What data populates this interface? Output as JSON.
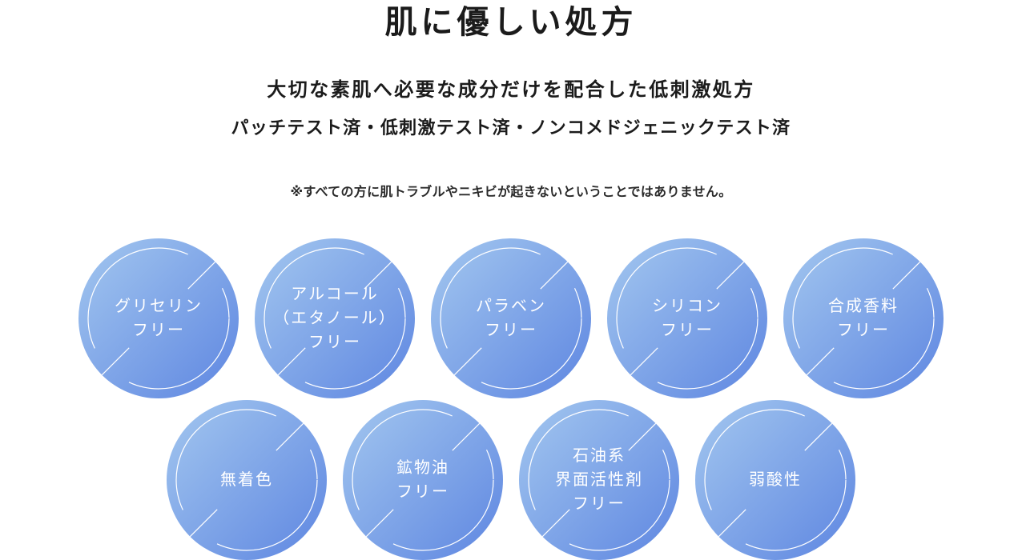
{
  "page": {
    "title": "肌に優しい処方",
    "subtitle_line1": "大切な素肌へ必要な成分だけを配合した低刺激処方",
    "subtitle_line2": "パッチテスト済・低刺激テスト済・ノンコメドジェニックテスト済",
    "note": "※すべての方に肌トラブルやニキビが起きないということではありません。"
  },
  "colors": {
    "page_background": "#ffffff",
    "heading_text": "#1b1b1b",
    "note_text": "#2a2a2a",
    "circle_gradient_start": "#a3c7ef",
    "circle_gradient_end": "#5e86e1",
    "circle_ring": "#ffffff",
    "circle_text": "#ffffff"
  },
  "badges": {
    "row1": [
      {
        "id": "glycerin-free",
        "lines": [
          "グリセリン",
          "フリー"
        ]
      },
      {
        "id": "alcohol-ethanol-free",
        "lines": [
          "アルコール",
          "（エタノール）",
          "フリー"
        ]
      },
      {
        "id": "paraben-free",
        "lines": [
          "パラベン",
          "フリー"
        ]
      },
      {
        "id": "silicone-free",
        "lines": [
          "シリコン",
          "フリー"
        ]
      },
      {
        "id": "synthetic-fragrance-free",
        "lines": [
          "合成香料",
          "フリー"
        ]
      }
    ],
    "row2": [
      {
        "id": "no-colorant",
        "lines": [
          "無着色"
        ]
      },
      {
        "id": "mineral-oil-free",
        "lines": [
          "鉱物油",
          "フリー"
        ]
      },
      {
        "id": "petroleum-surfactant-free",
        "lines": [
          "石油系",
          "界面活性剤",
          "フリー"
        ]
      },
      {
        "id": "mildly-acidic",
        "lines": [
          "弱酸性"
        ]
      }
    ]
  }
}
